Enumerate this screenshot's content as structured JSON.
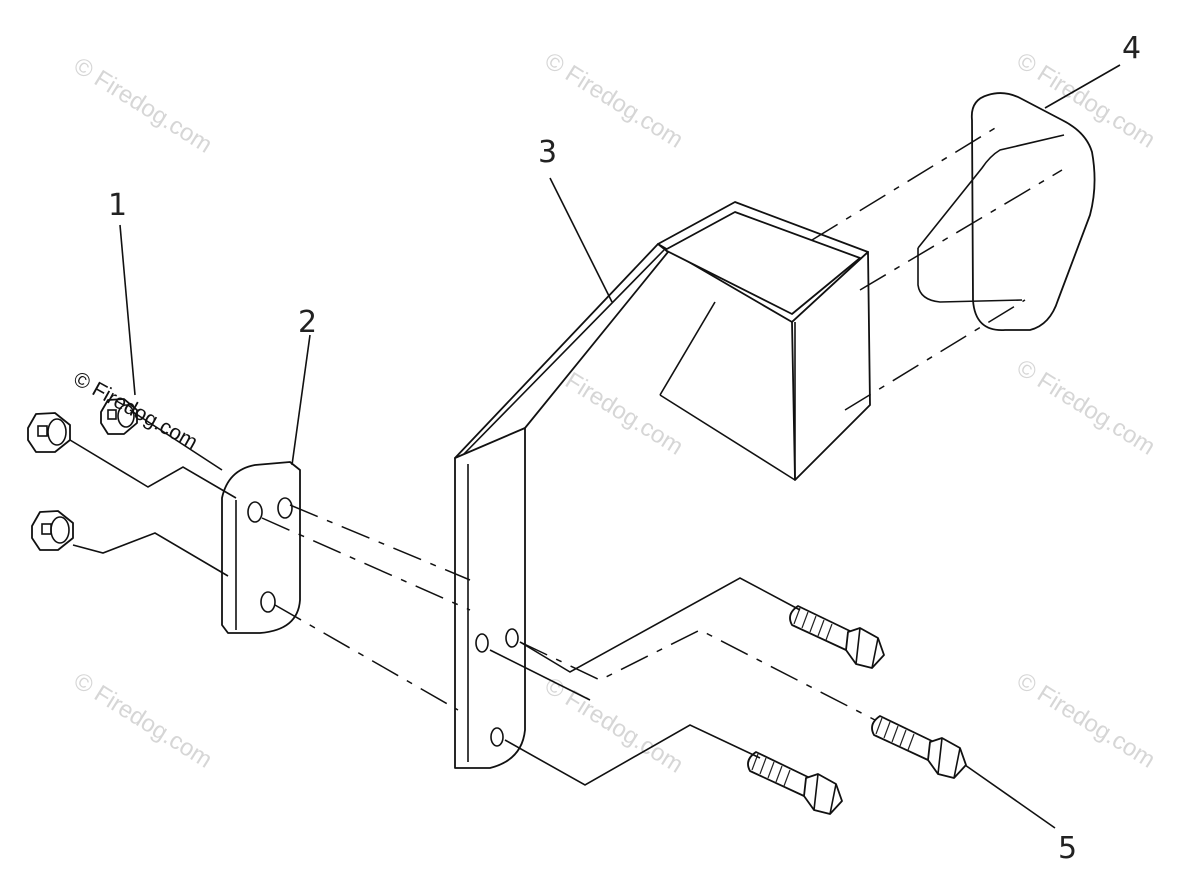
{
  "diagram": {
    "callouts": [
      {
        "id": "1",
        "label": "1"
      },
      {
        "id": "2",
        "label": "2"
      },
      {
        "id": "3",
        "label": "3"
      },
      {
        "id": "4",
        "label": "4"
      },
      {
        "id": "5",
        "label": "5"
      }
    ],
    "watermarks": {
      "faint_text": "© Firedog.com",
      "prominent_text": "© Firedog.com"
    }
  }
}
